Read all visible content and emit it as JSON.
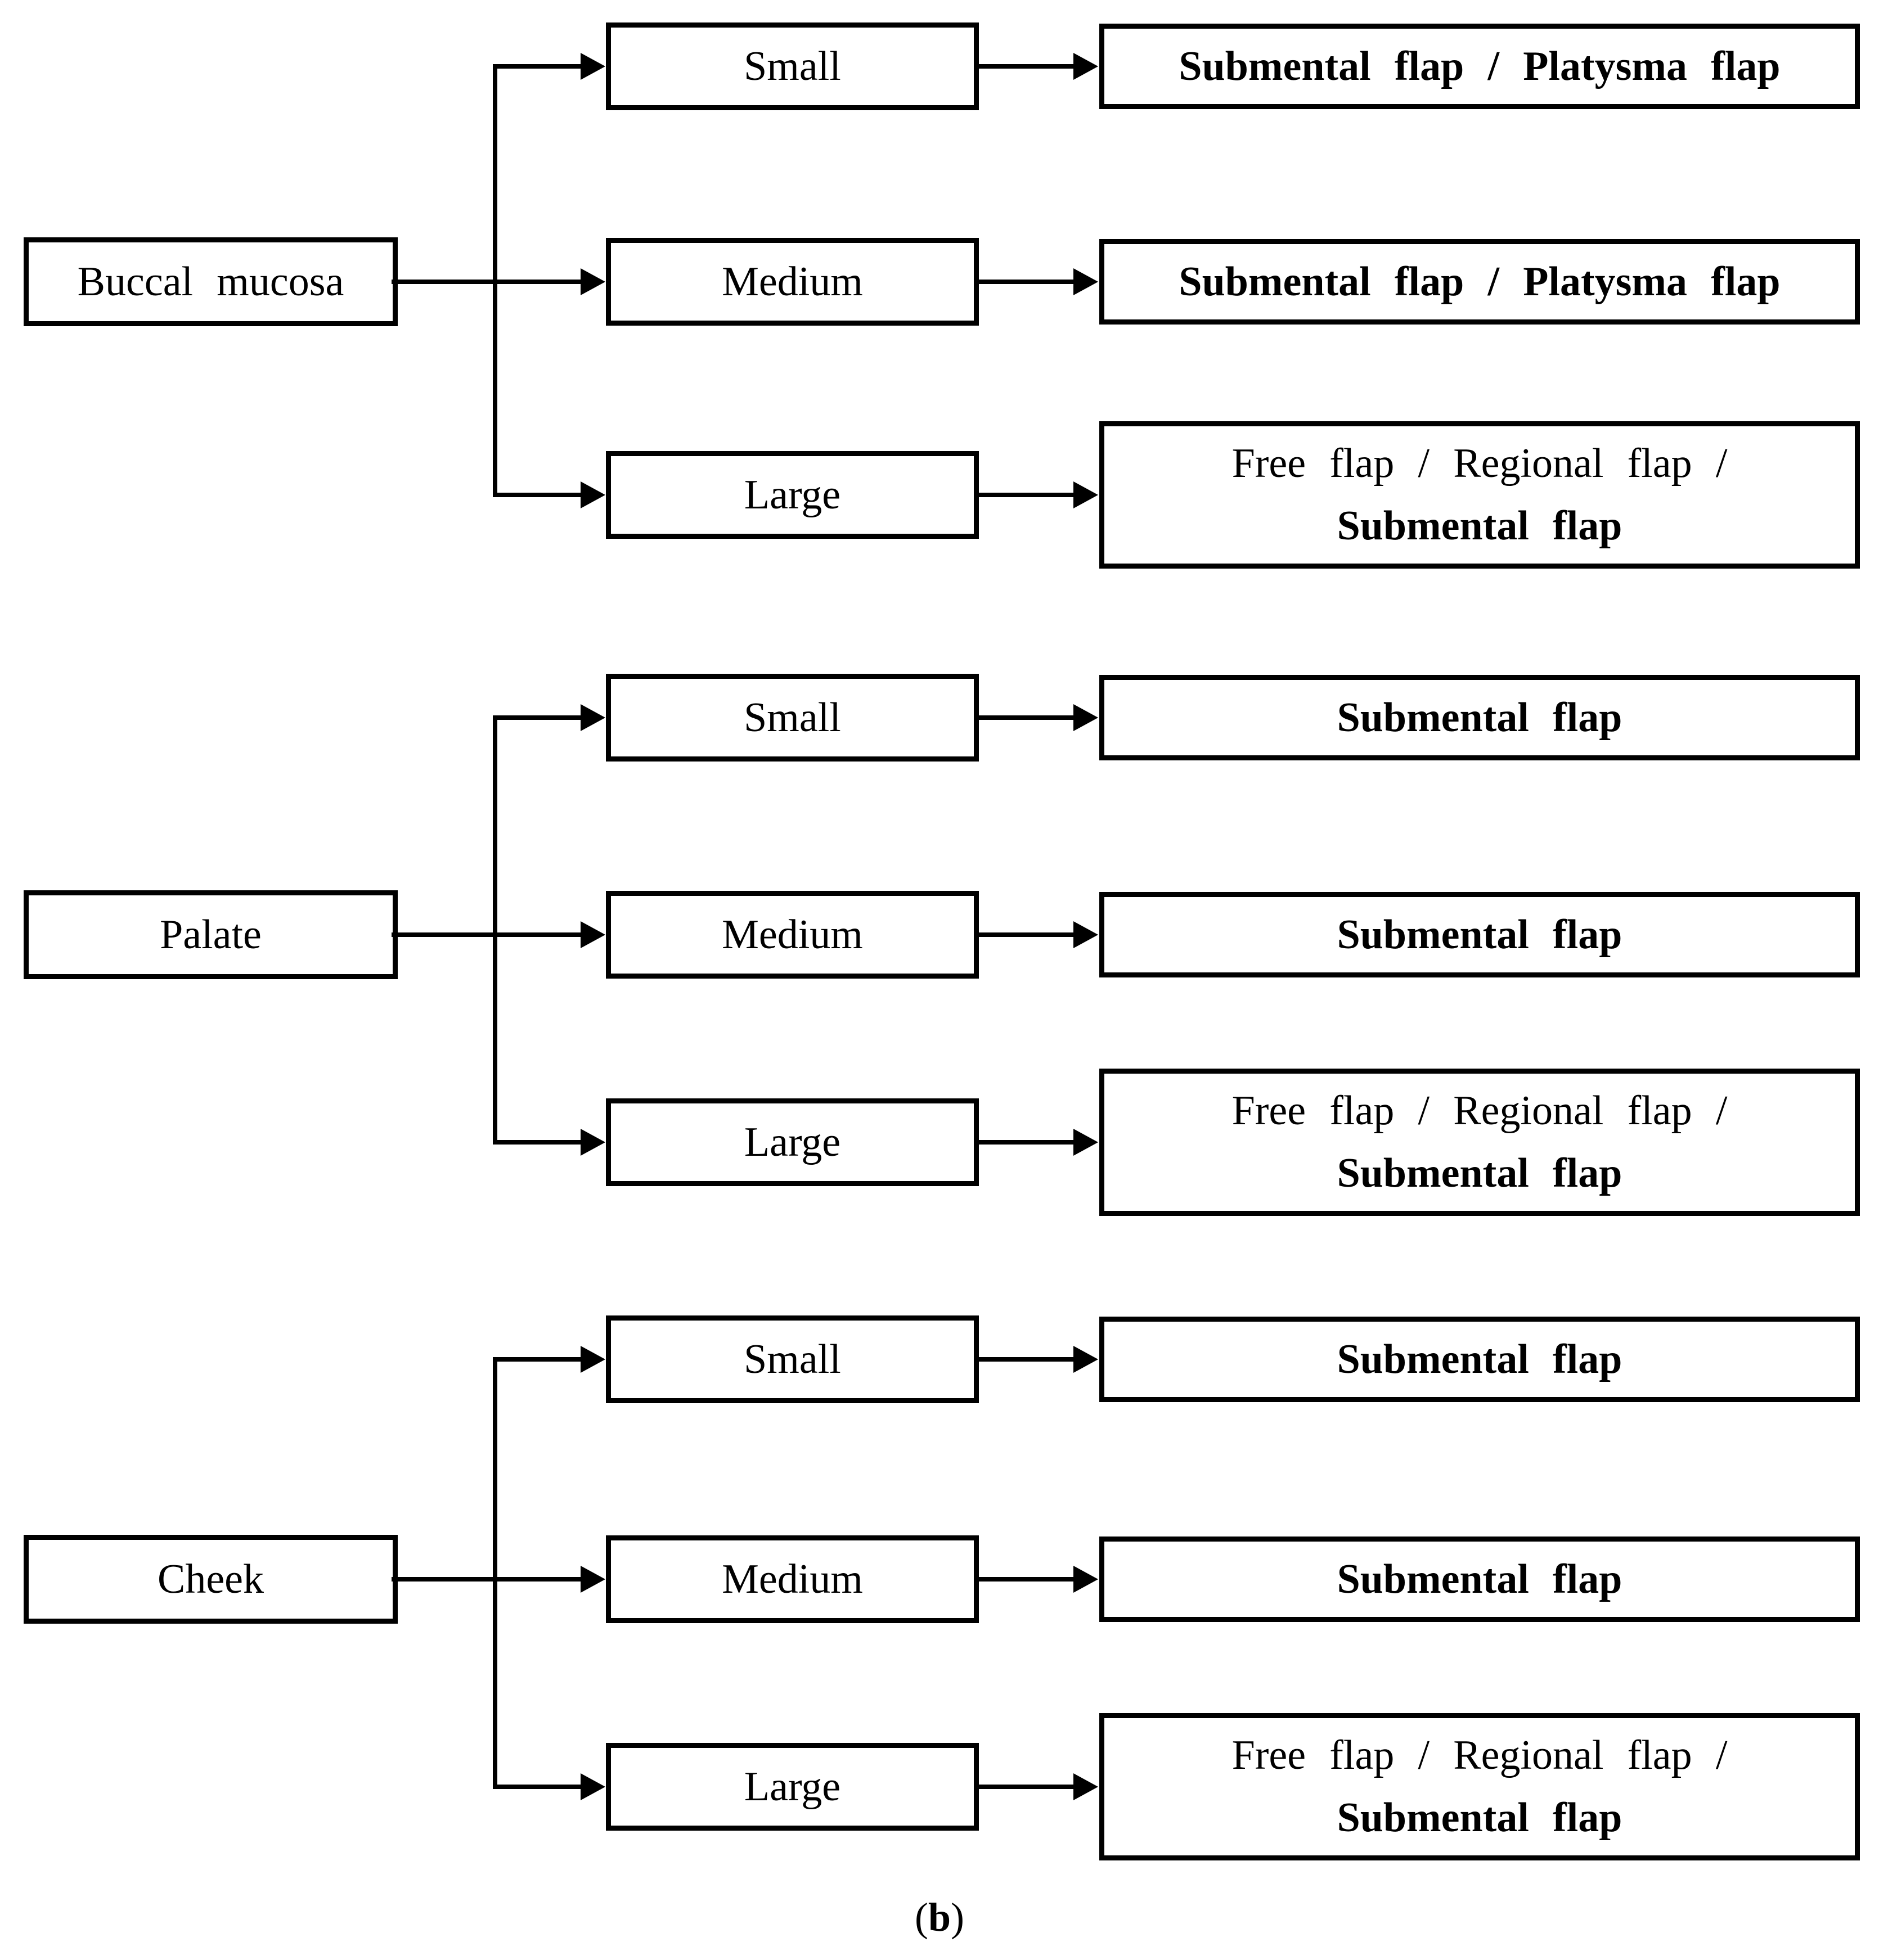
{
  "colors": {
    "ink": "#000000",
    "paper": "#ffffff"
  },
  "caption": {
    "open": "(",
    "letter": "b",
    "close": ")"
  },
  "groups": [
    {
      "source": "Buccal mucosa",
      "branches": [
        {
          "size": "Small",
          "result_line1": "",
          "result_line2": "Submental flap / Platysma flap"
        },
        {
          "size": "Medium",
          "result_line1": "",
          "result_line2": "Submental flap / Platysma flap"
        },
        {
          "size": "Large",
          "result_line1": "Free flap / Regional flap /",
          "result_line2": "Submental flap"
        }
      ]
    },
    {
      "source": "Palate",
      "branches": [
        {
          "size": "Small",
          "result_line1": "",
          "result_line2": "Submental flap"
        },
        {
          "size": "Medium",
          "result_line1": "",
          "result_line2": "Submental flap"
        },
        {
          "size": "Large",
          "result_line1": "Free flap / Regional flap /",
          "result_line2": "Submental flap"
        }
      ]
    },
    {
      "source": "Cheek",
      "branches": [
        {
          "size": "Small",
          "result_line1": "",
          "result_line2": "Submental flap"
        },
        {
          "size": "Medium",
          "result_line1": "",
          "result_line2": "Submental flap"
        },
        {
          "size": "Large",
          "result_line1": "Free flap / Regional flap /",
          "result_line2": "Submental flap"
        }
      ]
    }
  ]
}
